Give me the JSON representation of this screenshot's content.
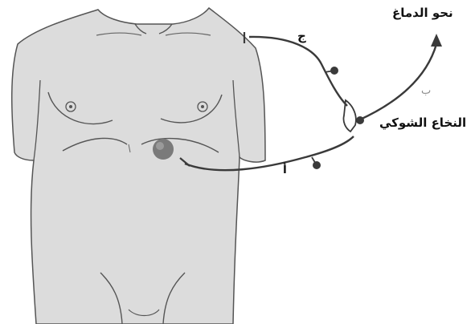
{
  "labels": {
    "brain": "نحو الدماغ",
    "spinal_cord": "النخاع الشوكي",
    "neuron_a": "أ",
    "neuron_b": "ب",
    "neuron_c": "ج"
  },
  "colors": {
    "body_fill": "#dcdcdc",
    "body_outline": "#555555",
    "nerve": "#3a3a3a",
    "heart": "#7a7a7a",
    "text": "#111111",
    "muted_label": "#8c8c8c"
  },
  "icons": {
    "torso": "human-torso-outline",
    "heart": "heart-spot",
    "arrow": "arrow-head-up"
  }
}
